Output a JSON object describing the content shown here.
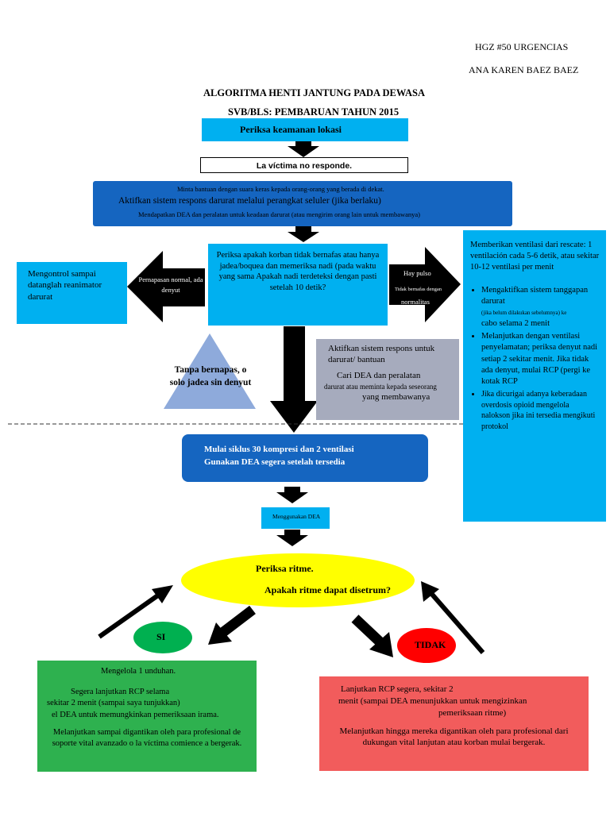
{
  "header": {
    "line1": "HGZ #50 URGENCIAS",
    "line2": "ANA KAREN BAEZ BAEZ"
  },
  "title": {
    "line1": "ALGORITMA HENTI JANTUNG PADA DEWASA",
    "line2": "SVB/BLS: PEMBARUAN TAHUN 2015"
  },
  "steps": {
    "safety": "Periksa keamanan lokasi",
    "no_response": "La víctima no responde.",
    "call_help": {
      "line1": "Minta bantuan dengan suara keras kepada orang-orang yang berada di dekat.",
      "line2": "Aktifkan sistem respons darurat melalui perangkat seluler (jika berlaku)",
      "line3": "Mendapatkan DEA dan peralatan untuk keadaan darurat (atau mengirim orang lain untuk membawanya)"
    },
    "check": "Periksa apakah korban tidak bernafas atau hanya jadea/boquea dan memeriksa nadi (pada waktu yang sama Apakah nadi terdeteksi dengan pasti setelah 10 detik?",
    "monitor": "Mengontrol sampai datanglah reanimator darurat",
    "arrow_left": "Pernapasan normal, ada denyut",
    "arrow_right": {
      "line1": "Hay pulso",
      "line2": "Tidak bernafas dengan",
      "line3": "normalitas"
    },
    "right_box": {
      "intro": "Memberikan ventilasi dari rescate: 1 ventilación cada 5-6 detik, atau sekitar 10-12 ventilasi per menit",
      "bullet1_a": "Mengaktifkan sistem tanggapan darurat",
      "bullet1_b": "(jika belum dilakukan sebelumnya) ke",
      "bullet1_c": "cabo selama 2 menit",
      "bullet2": "Melanjutkan dengan ventilasi penyelamatan; periksa denyut nadi setiap 2 sekitar menit. Jika tidak ada denyut, mulai RCP (pergi ke kotak RCP",
      "bullet3": "Jika dicurigai adanya keberadaan overdosis opioid mengelola nalokson jika ini tersedia mengikuti protokol"
    },
    "triangle": "Tanpa bernapas, o solo jadea sin denyut",
    "gray_box": {
      "line1": "Aktifkan sistem respons untuk darurat/ bantuan",
      "line2": "Cari DEA dan peralatan",
      "line3": "darurat atau meminta kepada seseorang",
      "line4": "yang membawanya"
    },
    "cpr": {
      "line1": "Mulai siklus 30 kompresi dan 2 ventilasi",
      "line2": "Gunakan DEA segera setelah tersedia"
    },
    "aed": "Menggunakan DEA",
    "rhythm": {
      "line1": "Periksa ritme.",
      "line2": "Apakah ritme dapat disetrum?"
    },
    "yes": "SI",
    "no": "TIDAK",
    "green_box": {
      "line1": "Mengelola 1 unduhan.",
      "line2": "Segera lanjutkan RCP selama",
      "line3": "sekitar 2 menit (sampai saya tunjukkan)",
      "line4": "el DEA untuk memungkinkan pemeriksaan irama.",
      "line5": "Melanjutkan sampai digantikan oleh para profesional de soporte vital avanzado o la víctima comience a bergerak."
    },
    "red_box": {
      "line1": "Lanjutkan RCP segera, sekitar 2",
      "line2": "menit (sampai DEA menunjukkan untuk mengizinkan",
      "line3": "pemeriksaan ritme)",
      "line4": "Melanjutkan hingga mereka digantikan oleh para profesional dari dukungan vital lanjutan atau korban mulai bergerak."
    }
  },
  "colors": {
    "blue": "#00b0f0",
    "dark_blue": "#1565c0",
    "gray": "#a6abbd",
    "triangle": "#8eaadb",
    "yellow": "#ffff00",
    "green": "#00b050",
    "green_box": "#2eb14f",
    "red": "#ff0000",
    "red_box": "#f25c5c"
  }
}
